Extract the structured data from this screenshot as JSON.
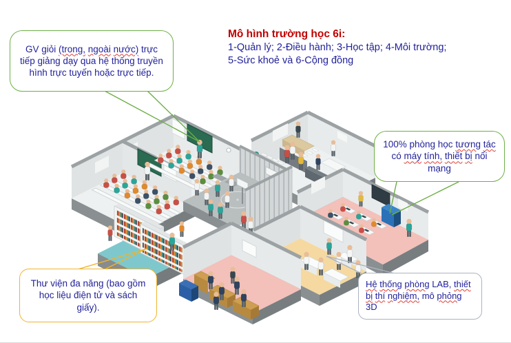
{
  "header": {
    "title": "Mô hình trường học 6i:",
    "subtitle_line1": "1-Quản lý; 2-Điều hành; 3-Học tập; 4-Môi trường;",
    "subtitle_line2": "5-Sức khoẻ và 6-Cộng đồng",
    "title_color": "#C00000",
    "subtitle_color": "#22229B"
  },
  "callouts": {
    "teachers": {
      "border_color": "#6FAE46",
      "segments": [
        {
          "t": "GV giỏi "
        },
        {
          "t": "(trong,",
          "wavy": true
        },
        {
          "t": " "
        },
        {
          "t": "ngoài",
          "wavy": true
        },
        {
          "t": " "
        },
        {
          "t": "nước)",
          "wavy": true
        },
        {
          "t": " trực tiếp giảng dạy qua hệ thống truyền hình trực tuyến hoặc trực tiếp."
        }
      ]
    },
    "classrooms": {
      "border_color": "#6FAE46",
      "segments": [
        {
          "t": "100% phòng học "
        },
        {
          "t": "tương",
          "wavy": true
        },
        {
          "t": " "
        },
        {
          "t": "tác",
          "wavy": true
        },
        {
          "t": " có "
        },
        {
          "t": "máy",
          "wavy": true
        },
        {
          "t": " "
        },
        {
          "t": "tính,",
          "wavy": true
        },
        {
          "t": " "
        },
        {
          "t": "thiết",
          "wavy": true
        },
        {
          "t": " "
        },
        {
          "t": "bị",
          "wavy": true
        },
        {
          "t": " nối mạng"
        }
      ]
    },
    "library": {
      "border_color": "#F0B42C",
      "segments": [
        {
          "t": "Thư viện đa năng (bao gồm học liệu điện tử và sách giấy)."
        }
      ]
    },
    "lab": {
      "border_color": "#ACB3BF",
      "segments": [
        {
          "t": "Hệ",
          "wavy": true
        },
        {
          "t": " "
        },
        {
          "t": "thống",
          "wavy": true
        },
        {
          "t": " "
        },
        {
          "t": "phòng",
          "wavy": true
        },
        {
          "t": " LAB, "
        },
        {
          "t": "thiết",
          "wavy": true
        },
        {
          "t": " "
        },
        {
          "t": "bị",
          "wavy": true
        },
        {
          "t": " "
        },
        {
          "t": "thí",
          "wavy": true
        },
        {
          "t": " "
        },
        {
          "t": "nghiệm,",
          "wavy": true
        },
        {
          "t": " mô "
        },
        {
          "t": "phỏng",
          "wavy": true
        },
        {
          "t": " 3D"
        }
      ]
    }
  },
  "illustration": {
    "kind": "isometric-school-floorplan",
    "rooms": [
      {
        "name": "classroom-1",
        "floor_color": "#EEF1F1"
      },
      {
        "name": "classroom-2",
        "floor_color": "#EEF1F1"
      },
      {
        "name": "admin-office",
        "floor_color": "#EEF1F1"
      },
      {
        "name": "gym",
        "floor_color": "#B9BEBF"
      },
      {
        "name": "library",
        "floor_color": "#7EC8CD"
      },
      {
        "name": "computer-room",
        "floor_color": "#F3C0BA"
      },
      {
        "name": "science-lab",
        "floor_color": "#F5D9A0"
      },
      {
        "name": "workshop-room",
        "floor_color": "#F3C0BA"
      }
    ],
    "accents": {
      "chalkboard": "#2A6B52",
      "wall": "#E8EBEB",
      "plinth": "#787E80",
      "leader_green": "#6CAE45",
      "leader_yellow": "#F0B42C",
      "leader_gray": "#ACB3BF"
    }
  }
}
